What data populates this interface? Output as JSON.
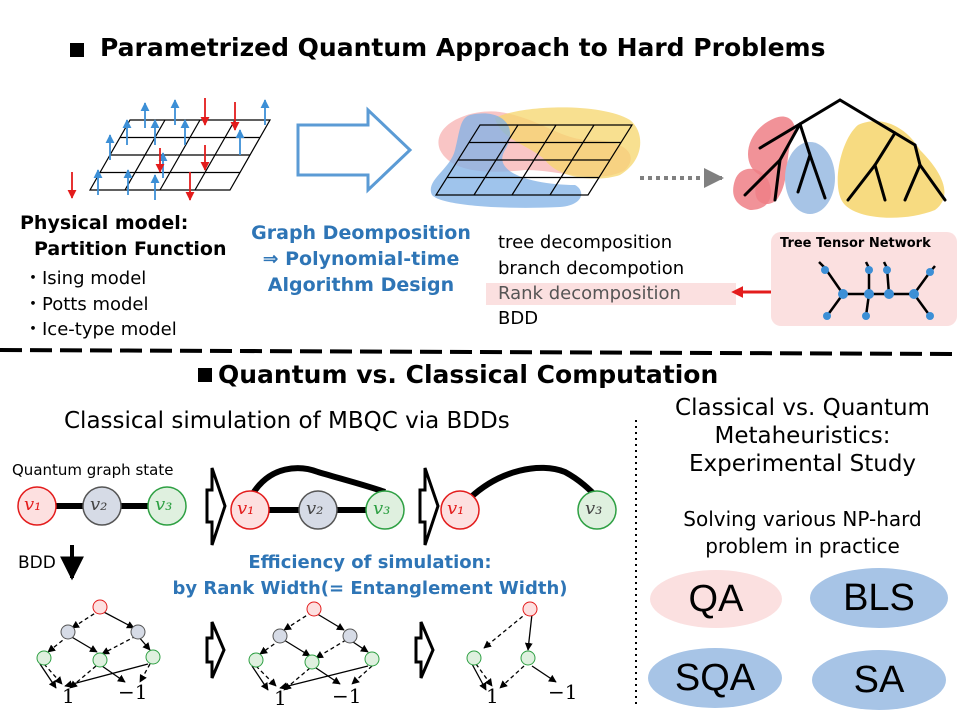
{
  "colors": {
    "accent_blue": "#2e75b6",
    "red": "#e31c1c",
    "blue_node": "#3c8fd6",
    "green": "#2ea043",
    "pink_fill": "#fbe0e0",
    "blue_fill": "#a7c4e6"
  },
  "top": {
    "title": "Parametrized Quantum Approach to Hard Problems",
    "physical_model": {
      "line1": "Physical model:",
      "line2": "Partition Function",
      "items": [
        "・Ising model",
        "・Potts model",
        "・Ice-type model"
      ]
    },
    "graph_decomp": {
      "line1": "Graph Deomposition",
      "line2": "⇒ Polynomial-time",
      "line3": "Algorithm Design"
    },
    "decomps": [
      "tree decomposition",
      "branch decompotion",
      "Rank decomposition",
      "BDD"
    ],
    "ttn_label": "Tree Tensor Network"
  },
  "bottom": {
    "title": "Quantum vs. Classical Computation",
    "sim_title": "Classical simulation of MBQC via BDDs",
    "graph_state_label": "Quantum graph state",
    "nodes": [
      "v1",
      "v2",
      "v3"
    ],
    "bdd_label": "BDD",
    "efficiency": {
      "line1": "Efficiency of simulation:",
      "line2": "by Rank Width(= Entanglement Width)"
    },
    "terminals": {
      "one": "1",
      "minus_one": "−1"
    },
    "right": {
      "title_lines": [
        "Classical vs. Quantum",
        "Metaheuristics:",
        "Experimental Study"
      ],
      "subtitle_lines": [
        "Solving various NP-hard",
        "problem in practice"
      ],
      "methods": [
        "QA",
        "BLS",
        "SQA",
        "SA"
      ]
    }
  }
}
